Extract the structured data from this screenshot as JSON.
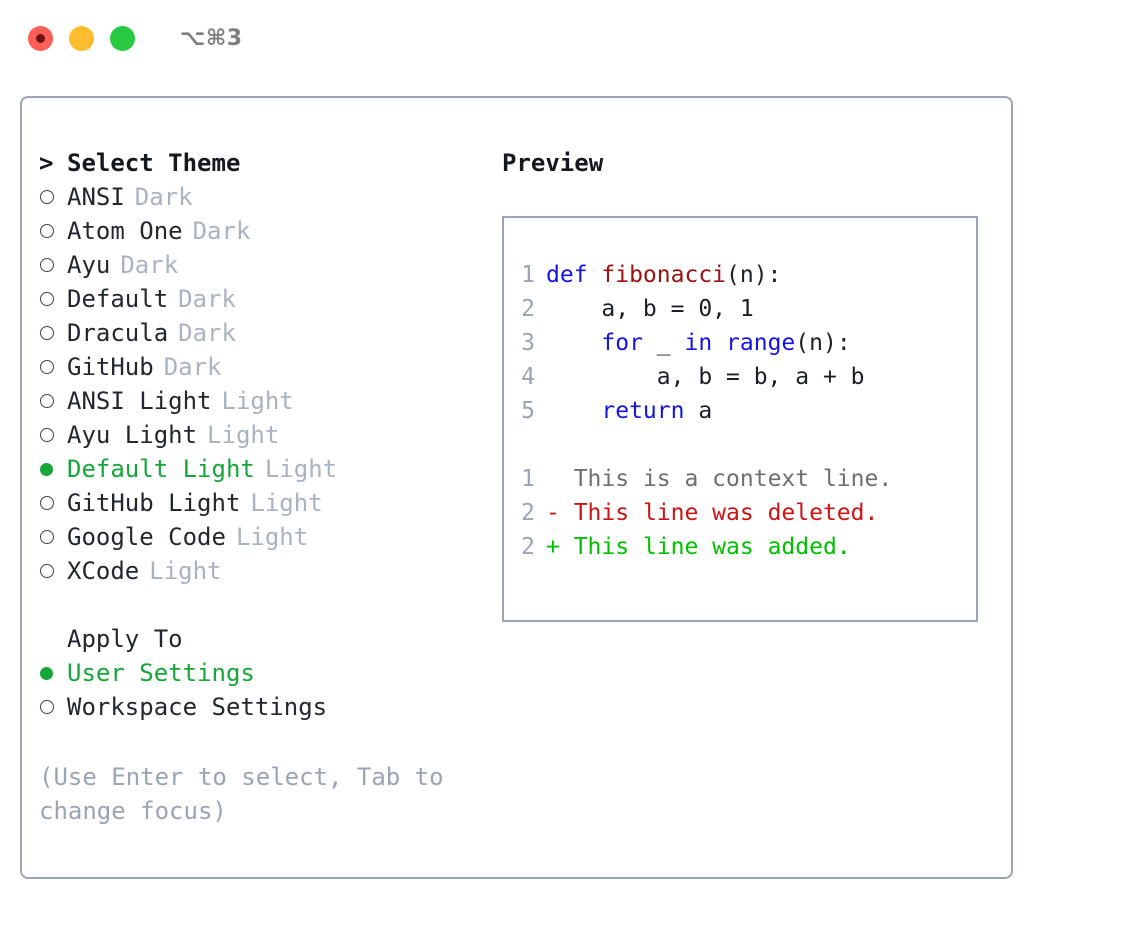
{
  "titlebar": {
    "shortcut": "⌥⌘3",
    "buttons": [
      "close",
      "minimize",
      "maximize"
    ]
  },
  "theme_picker": {
    "header_marker": ">",
    "header_label": "Select Theme",
    "marker_selected": "●",
    "marker_unselected": "○",
    "items": [
      {
        "label": "ANSI",
        "tag": "Dark",
        "selected": false
      },
      {
        "label": "Atom One",
        "tag": "Dark",
        "selected": false
      },
      {
        "label": "Ayu",
        "tag": "Dark",
        "selected": false
      },
      {
        "label": "Default",
        "tag": "Dark",
        "selected": false
      },
      {
        "label": "Dracula",
        "tag": "Dark",
        "selected": false
      },
      {
        "label": "GitHub",
        "tag": "Dark",
        "selected": false
      },
      {
        "label": "ANSI Light",
        "tag": "Light",
        "selected": false
      },
      {
        "label": "Ayu Light",
        "tag": "Light",
        "selected": false
      },
      {
        "label": "Default Light",
        "tag": "Light",
        "selected": true
      },
      {
        "label": "GitHub Light",
        "tag": "Light",
        "selected": false
      },
      {
        "label": "Google Code",
        "tag": "Light",
        "selected": false
      },
      {
        "label": "XCode",
        "tag": "Light",
        "selected": false
      }
    ]
  },
  "apply_to": {
    "title": "Apply To",
    "options": [
      {
        "label": "User Settings",
        "selected": true
      },
      {
        "label": "Workspace Settings",
        "selected": false
      }
    ]
  },
  "hint": "(Use Enter to select, Tab to change focus)",
  "preview": {
    "title": "Preview",
    "code_lines": [
      {
        "lineno": "1",
        "segments": [
          {
            "text": "def ",
            "style": "kw"
          },
          {
            "text": "fibonacci",
            "style": "fn"
          },
          {
            "text": "(n):",
            "style": "code"
          }
        ]
      },
      {
        "lineno": "2",
        "segments": [
          {
            "text": "    a, b = 0, 1",
            "style": "code"
          }
        ]
      },
      {
        "lineno": "3",
        "segments": [
          {
            "text": "    ",
            "style": "code"
          },
          {
            "text": "for",
            "style": "kw"
          },
          {
            "text": " _ ",
            "style": "code"
          },
          {
            "text": "in",
            "style": "kw"
          },
          {
            "text": " ",
            "style": "code"
          },
          {
            "text": "range",
            "style": "kw"
          },
          {
            "text": "(n):",
            "style": "code"
          }
        ]
      },
      {
        "lineno": "4",
        "segments": [
          {
            "text": "        a, b = b, a + b",
            "style": "code"
          }
        ]
      },
      {
        "lineno": "5",
        "segments": [
          {
            "text": "    ",
            "style": "code"
          },
          {
            "text": "return",
            "style": "kw"
          },
          {
            "text": " a",
            "style": "code"
          }
        ]
      }
    ],
    "diff_lines": [
      {
        "lineno": "1",
        "marker": " ",
        "text": "This is a context line.",
        "style": "ctx"
      },
      {
        "lineno": "2",
        "marker": "-",
        "text": "This line was deleted.",
        "style": "del"
      },
      {
        "lineno": "2",
        "marker": "+",
        "text": "This line was added.",
        "style": "add"
      }
    ]
  },
  "colors": {
    "border": "#9aa5b5",
    "selected_green": "#17a63a",
    "tag_gray": "#a9b3c1",
    "keyword_blue": "#1414e0",
    "function_red": "#9b1212",
    "diff_deleted": "#cc1414",
    "diff_added": "#00c000",
    "traffic_red": "#ff5f57",
    "traffic_yellow": "#febc2e",
    "traffic_green": "#28c840"
  }
}
